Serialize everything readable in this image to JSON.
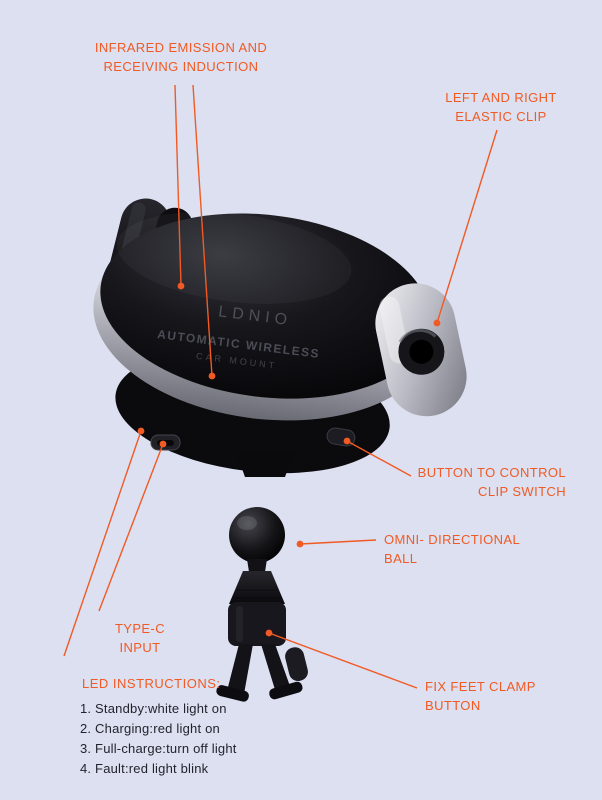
{
  "meta": {
    "background_color": "#dce0f0",
    "accent_color": "#f15a24",
    "text_color": "#23232e"
  },
  "device": {
    "brand": "LDNIO",
    "face_title": "AUTOMATIC WIRELESS",
    "face_subtitle": "CAR MOUNT"
  },
  "callouts": {
    "infrared": "INFRARED EMISSION AND\nRECEIVING INDUCTION",
    "elastic_clip": "LEFT AND RIGHT\nELASTIC CLIP",
    "clip_switch": "BUTTON TO CONTROL\nCLIP SWITCH",
    "omni_ball": "OMNI- DIRECTIONAL\nBALL",
    "type_c": "TYPE-C\nINPUT",
    "fix_feet": "FIX FEET CLAMP\nBUTTON"
  },
  "led": {
    "title": "LED INSTRUCTIONS:",
    "items": [
      "1. Standby:white light on",
      "2. Charging:red light on",
      "3. Full-charge:turn off light",
      "4. Fault:red light blink"
    ]
  }
}
